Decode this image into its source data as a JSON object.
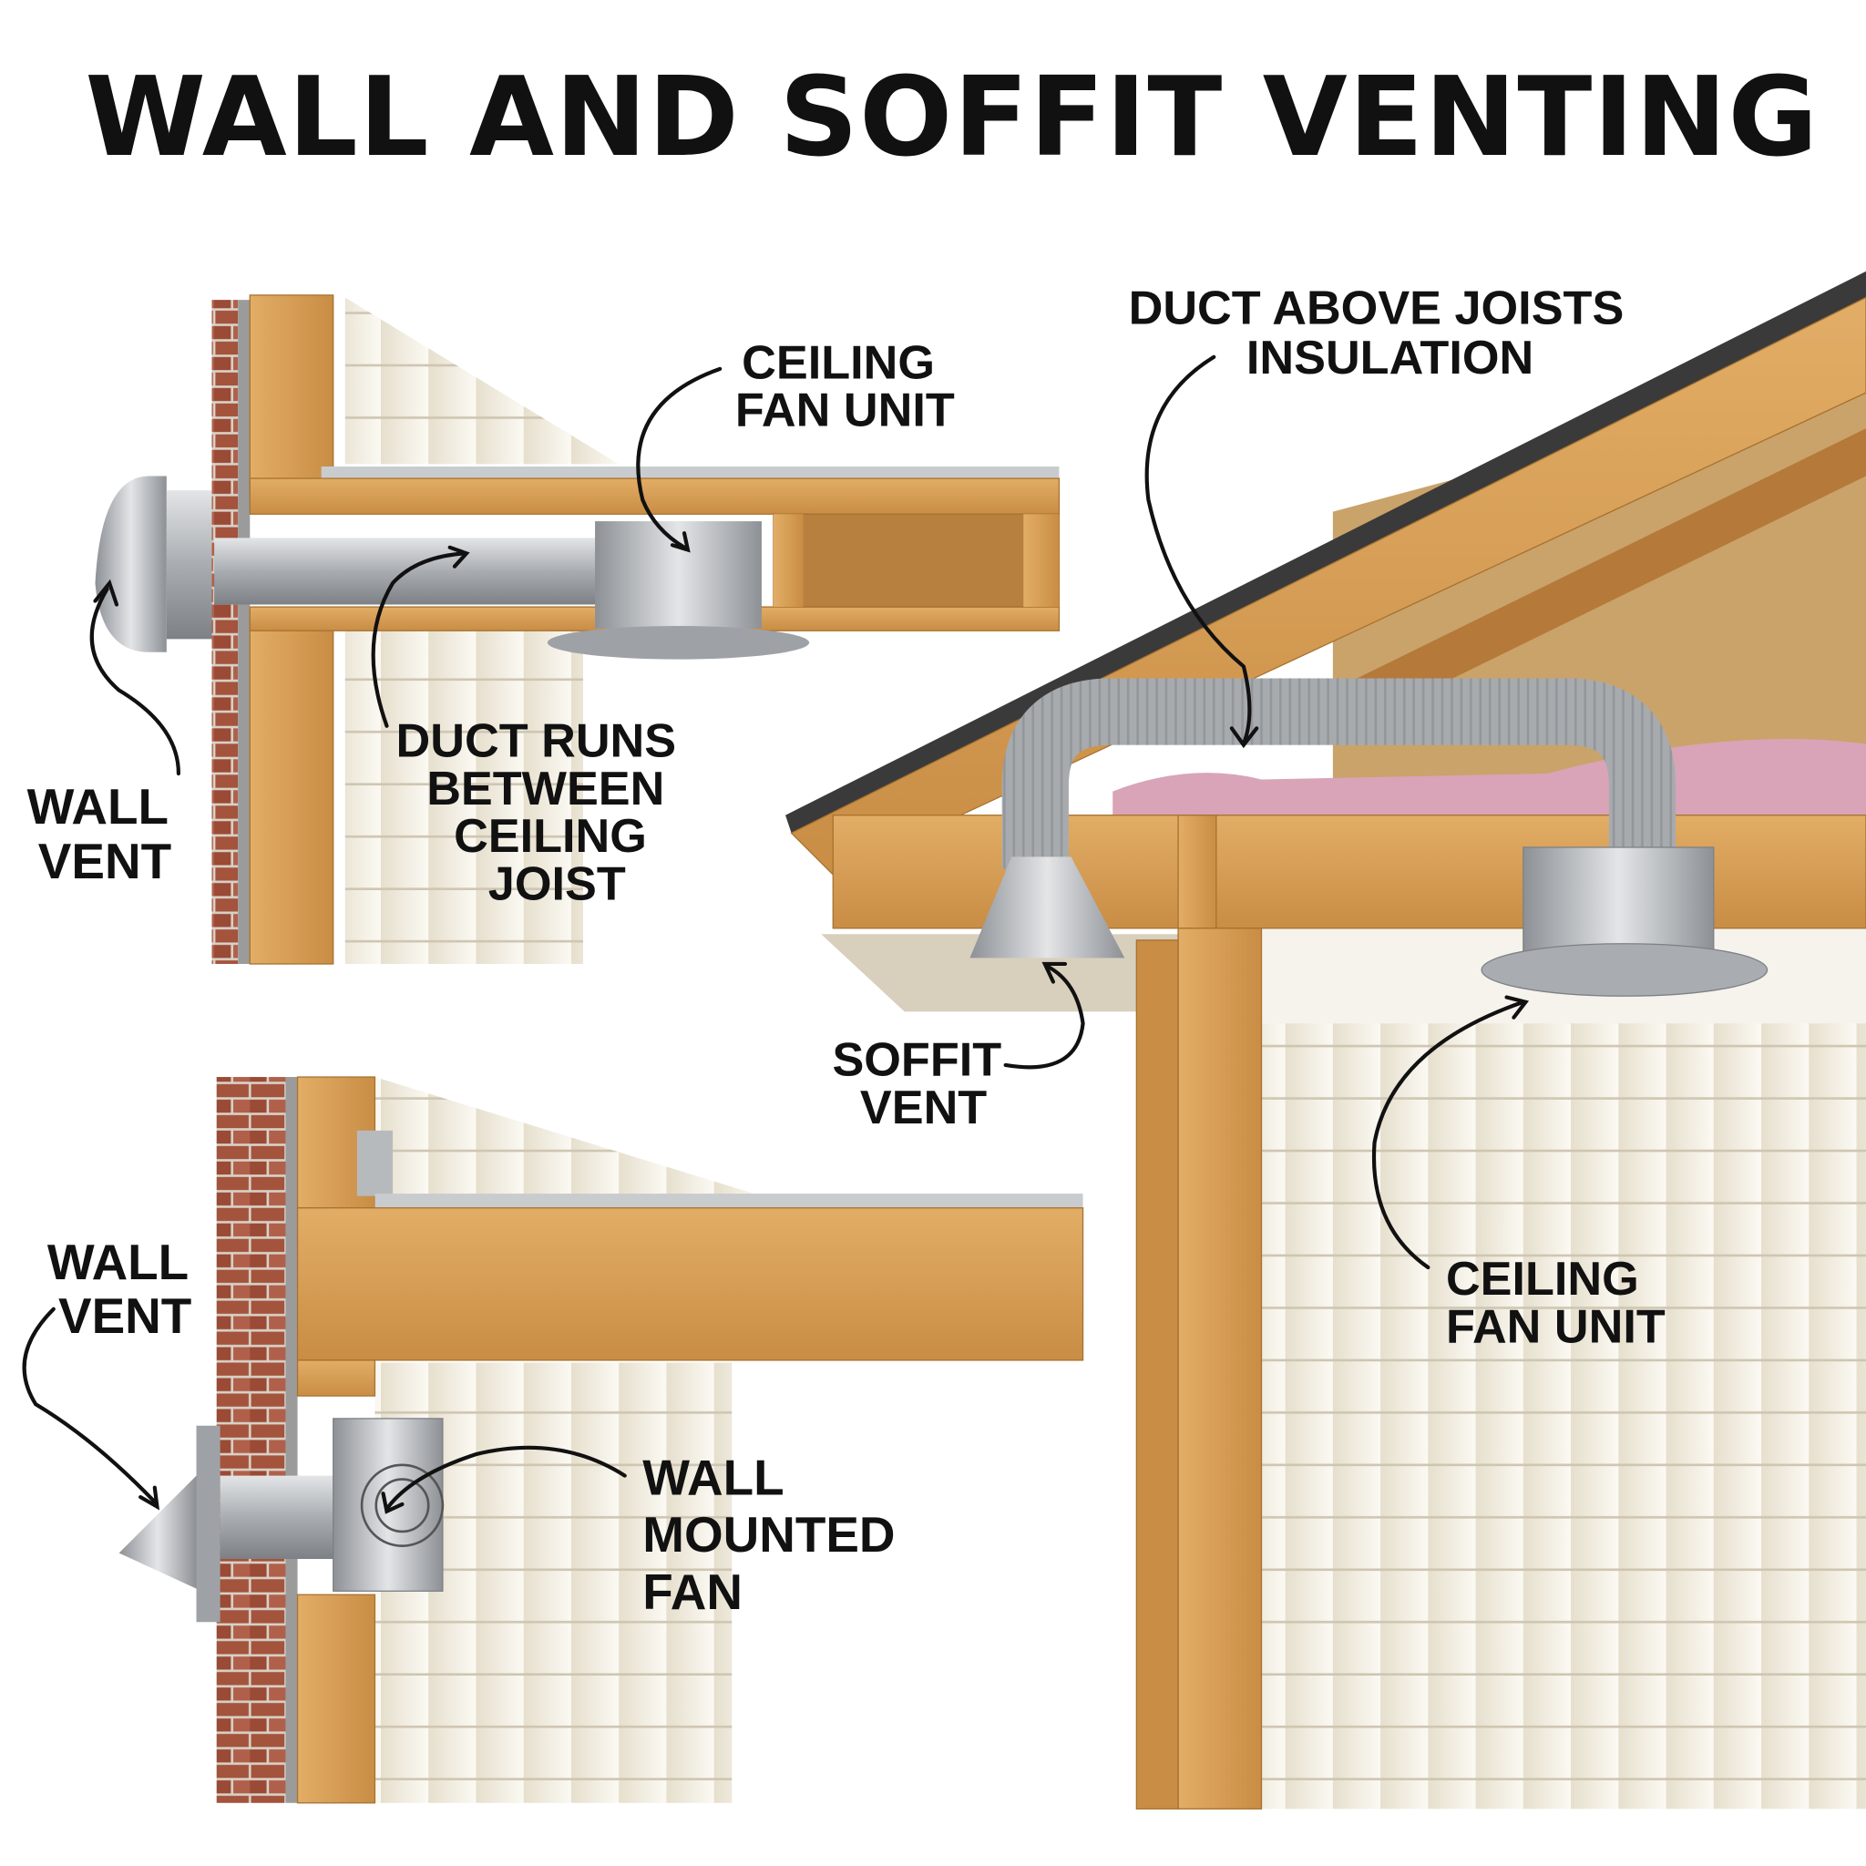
{
  "title": "WALL AND SOFFIT VENTING",
  "panels": {
    "top_left": {
      "ceiling_fan_unit": [
        "CEILING",
        "FAN UNIT"
      ],
      "duct_runs": [
        "DUCT RUNS",
        "BETWEEN",
        "CEILING",
        "JOIST"
      ],
      "wall_vent": [
        "WALL",
        "VENT"
      ]
    },
    "bottom_left": {
      "wall_vent": [
        "WALL",
        "VENT"
      ],
      "wall_mounted_fan": [
        "WALL",
        "MOUNTED",
        "FAN"
      ]
    },
    "right": {
      "duct_above": [
        "DUCT ABOVE JOISTS",
        "INSULATION"
      ],
      "soffit_vent": [
        "SOFFIT",
        "VENT"
      ],
      "ceiling_fan_unit": [
        "CEILING",
        "FAN UNIT"
      ]
    }
  },
  "colors": {
    "wood": "#d9a25a",
    "wood_dark": "#b5793a",
    "brick": "#a4533c",
    "siding": "#eee7d6",
    "metal": "#b9bcbf",
    "shingle": "#3a3a3a",
    "insulation": "#d9a3b8"
  }
}
